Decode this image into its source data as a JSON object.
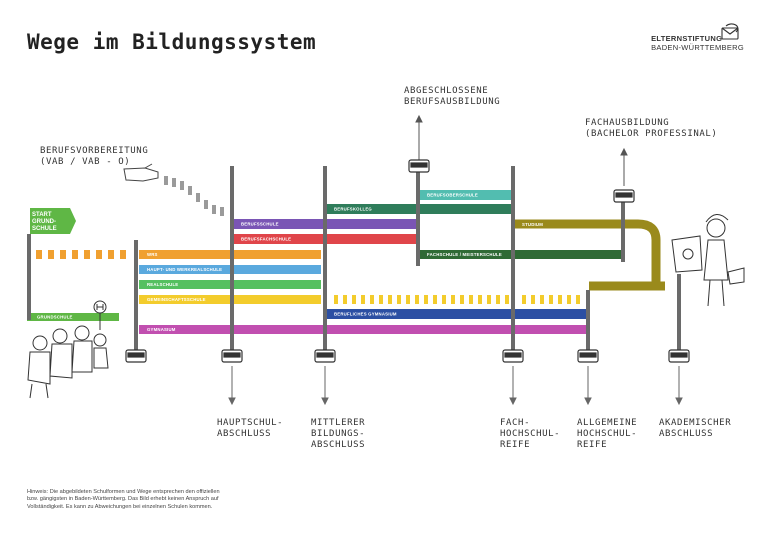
{
  "title": "Wege im Bildungssystem",
  "brand": {
    "line1": "ELTERNSTIFTUNG",
    "line2": "BADEN-WÜRTTEMBERG",
    "logo_icon": "envelope-swirl-icon"
  },
  "start": {
    "line1": "START",
    "line2": "GRUND-",
    "line3": "SCHULE"
  },
  "annotations": {
    "berufsvorbereitung": "BERUFSVORBEREITUNG\n(VAB / VAB - O)",
    "abgeschlossene": "ABGESCHLOSSENE\nBERUFSAUSBILDUNG",
    "fachausbildung": "FACHAUSBILDUNG\n(BACHELOR PROFESSINAL)"
  },
  "tracks": [
    {
      "id": "grundschule",
      "label": "GRUNDSCHULE",
      "color": "#5fb745"
    },
    {
      "id": "werkrealschule",
      "label": "WRS",
      "color": "#f0a030"
    },
    {
      "id": "haupt",
      "label": "HAUPT- UND WERKREALSCHULE",
      "color": "#5aa9de"
    },
    {
      "id": "realschule",
      "label": "REALSCHULE",
      "color": "#55c060"
    },
    {
      "id": "gemeinschaftsschule",
      "label": "GEMEINSCHAFTSSCHULE",
      "color": "#f3cc2c"
    },
    {
      "id": "gymnasium",
      "label": "GYMNASIUM",
      "color": "#c14fb0"
    },
    {
      "id": "berufsschule",
      "label": "BERUFSSCHULE",
      "color": "#7a55b5"
    },
    {
      "id": "berufsfachschule",
      "label": "BERUFSFACHSCHULE",
      "color": "#e0454a"
    },
    {
      "id": "berufskolleg",
      "label": "BERUFSKOLLEG",
      "color": "#2f7d5b"
    },
    {
      "id": "berufsoberschule",
      "label": "BERUFSOBERSCHULE",
      "color": "#52bdb0"
    },
    {
      "id": "fachschule",
      "label": "FACHSCHULE / MEISTERSCHULE",
      "color": "#2f6a35"
    },
    {
      "id": "berufliches-gymnasium",
      "label": "BERUFLICHES GYMNASIUM",
      "color": "#2c4fa3"
    },
    {
      "id": "studium",
      "label": "STUDIUM",
      "color": "#9a8a1c"
    }
  ],
  "exits": [
    {
      "id": "hauptschul",
      "label": "HAUPTSCHUL-\nABSCHLUSS"
    },
    {
      "id": "mittlerer",
      "label": "MITTLERER\nBILDUNGS-\nABSCHLUSS"
    },
    {
      "id": "fachhochschul",
      "label": "FACH-\nHOCHSCHUL-\nREIFE"
    },
    {
      "id": "allgemeine",
      "label": "ALLGEMEINE\nHOCHSCHUL-\nREIFE"
    },
    {
      "id": "akademischer",
      "label": "AKADEMISCHER\nABSCHLUSS"
    }
  ],
  "note": "Hinweis: Die abgebildeten Schulformen und Wege entsprechen den offiziellen bzw. gängigsten in Baden-Württemberg. Das Bild erhebt keinen Anspruch auf Vollständigkeit. Es kann zu Abweichungen bei einzelnen Schulen kommen."
}
